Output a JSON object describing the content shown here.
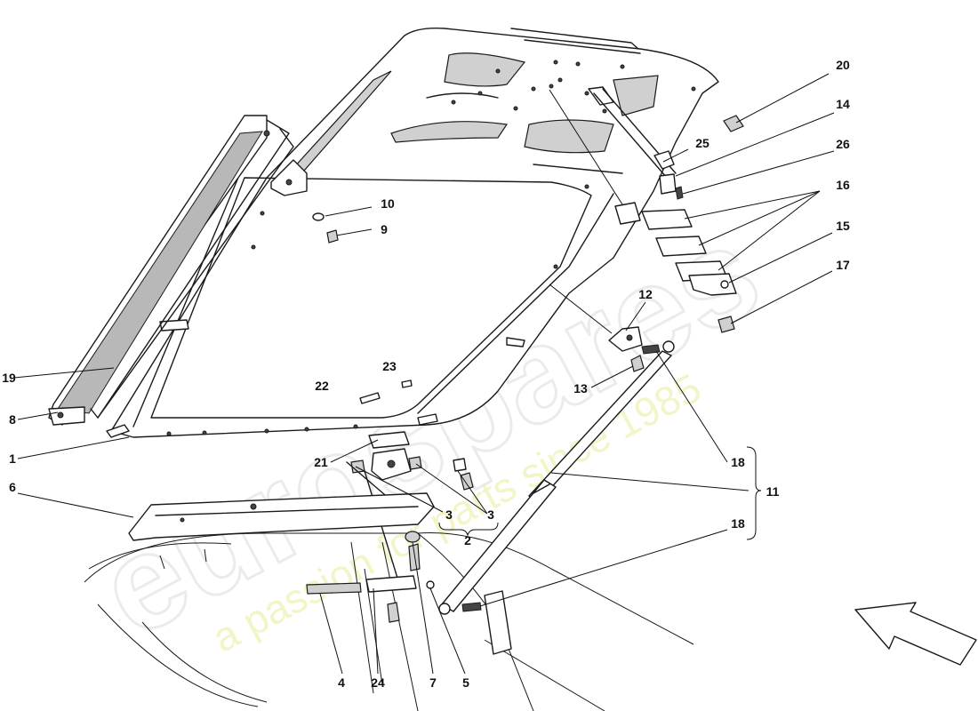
{
  "watermark": {
    "logo_text": "eurospares",
    "tagline": "a passion for parts since 1985"
  },
  "callouts": [
    {
      "id": "c20",
      "label": "20"
    },
    {
      "id": "c14",
      "label": "14"
    },
    {
      "id": "c25",
      "label": "25"
    },
    {
      "id": "c26",
      "label": "26"
    },
    {
      "id": "c16",
      "label": "16"
    },
    {
      "id": "c15",
      "label": "15"
    },
    {
      "id": "c17",
      "label": "17"
    },
    {
      "id": "c10",
      "label": "10"
    },
    {
      "id": "c9",
      "label": "9"
    },
    {
      "id": "c12",
      "label": "12"
    },
    {
      "id": "c13",
      "label": "13"
    },
    {
      "id": "c23",
      "label": "23"
    },
    {
      "id": "c22",
      "label": "22"
    },
    {
      "id": "c19",
      "label": "19"
    },
    {
      "id": "c8",
      "label": "8"
    },
    {
      "id": "c1",
      "label": "1"
    },
    {
      "id": "c21",
      "label": "21"
    },
    {
      "id": "c18a",
      "label": "18"
    },
    {
      "id": "c11",
      "label": "11"
    },
    {
      "id": "c6",
      "label": "6"
    },
    {
      "id": "c3a",
      "label": "3"
    },
    {
      "id": "c3b",
      "label": "3"
    },
    {
      "id": "c2",
      "label": "2"
    },
    {
      "id": "c18b",
      "label": "18"
    },
    {
      "id": "c4",
      "label": "4"
    },
    {
      "id": "c24",
      "label": "24"
    },
    {
      "id": "c7",
      "label": "7"
    },
    {
      "id": "c5",
      "label": "5"
    }
  ]
}
